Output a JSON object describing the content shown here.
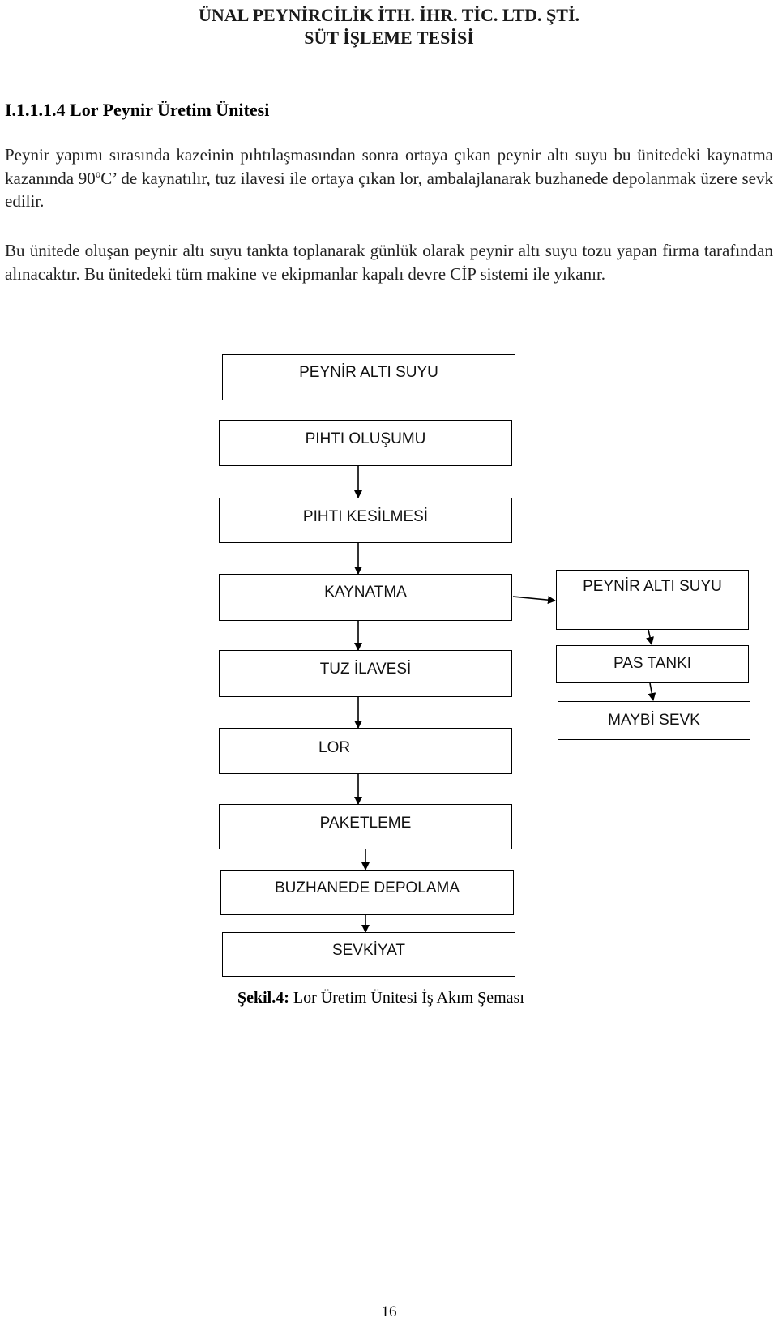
{
  "header": {
    "company": "ÜNAL PEYNİRCİLİK İTH. İHR. TİC. LTD. ŞTİ.",
    "facility": "SÜT İŞLEME TESİSİ"
  },
  "section": {
    "title": "I.1.1.1.4 Lor Peynir Üretim Ünitesi",
    "paragraphs": [
      "Peynir yapımı sırasında kazeinin pıhtılaşmasından sonra ortaya çıkan peynir altı suyu bu ünitedeki kaynatma kazanında 90ºC’ de kaynatılır, tuz ilavesi ile ortaya çıkan lor, ambalajlanarak buzhanede depolanmak üzere sevk edilir.",
      "Bu ünitede oluşan peynir altı suyu tankta toplanarak günlük olarak peynir altı suyu tozu yapan firma tarafından alınacaktır. Bu ünitedeki tüm makine ve ekipmanlar kapalı devre CİP sistemi ile yıkanır."
    ]
  },
  "flowchart": {
    "main": [
      "PEYNİR ALTI SUYU",
      "PIHTI OLUŞUMU",
      "PIHTI KESİLMESİ",
      "KAYNATMA",
      "TUZ İLAVESİ",
      "LOR",
      "PAKETLEME",
      "BUZHANEDE DEPOLAMA",
      "SEVKİYAT"
    ],
    "branch": [
      "PEYNİR ALTI SUYU",
      "PAS TANKI",
      "MAYBİ SEVK"
    ]
  },
  "caption": {
    "label": "Şekil.4:",
    "text": " Lor Üretim Ünitesi İş Akım Şeması"
  },
  "page_number": "16"
}
